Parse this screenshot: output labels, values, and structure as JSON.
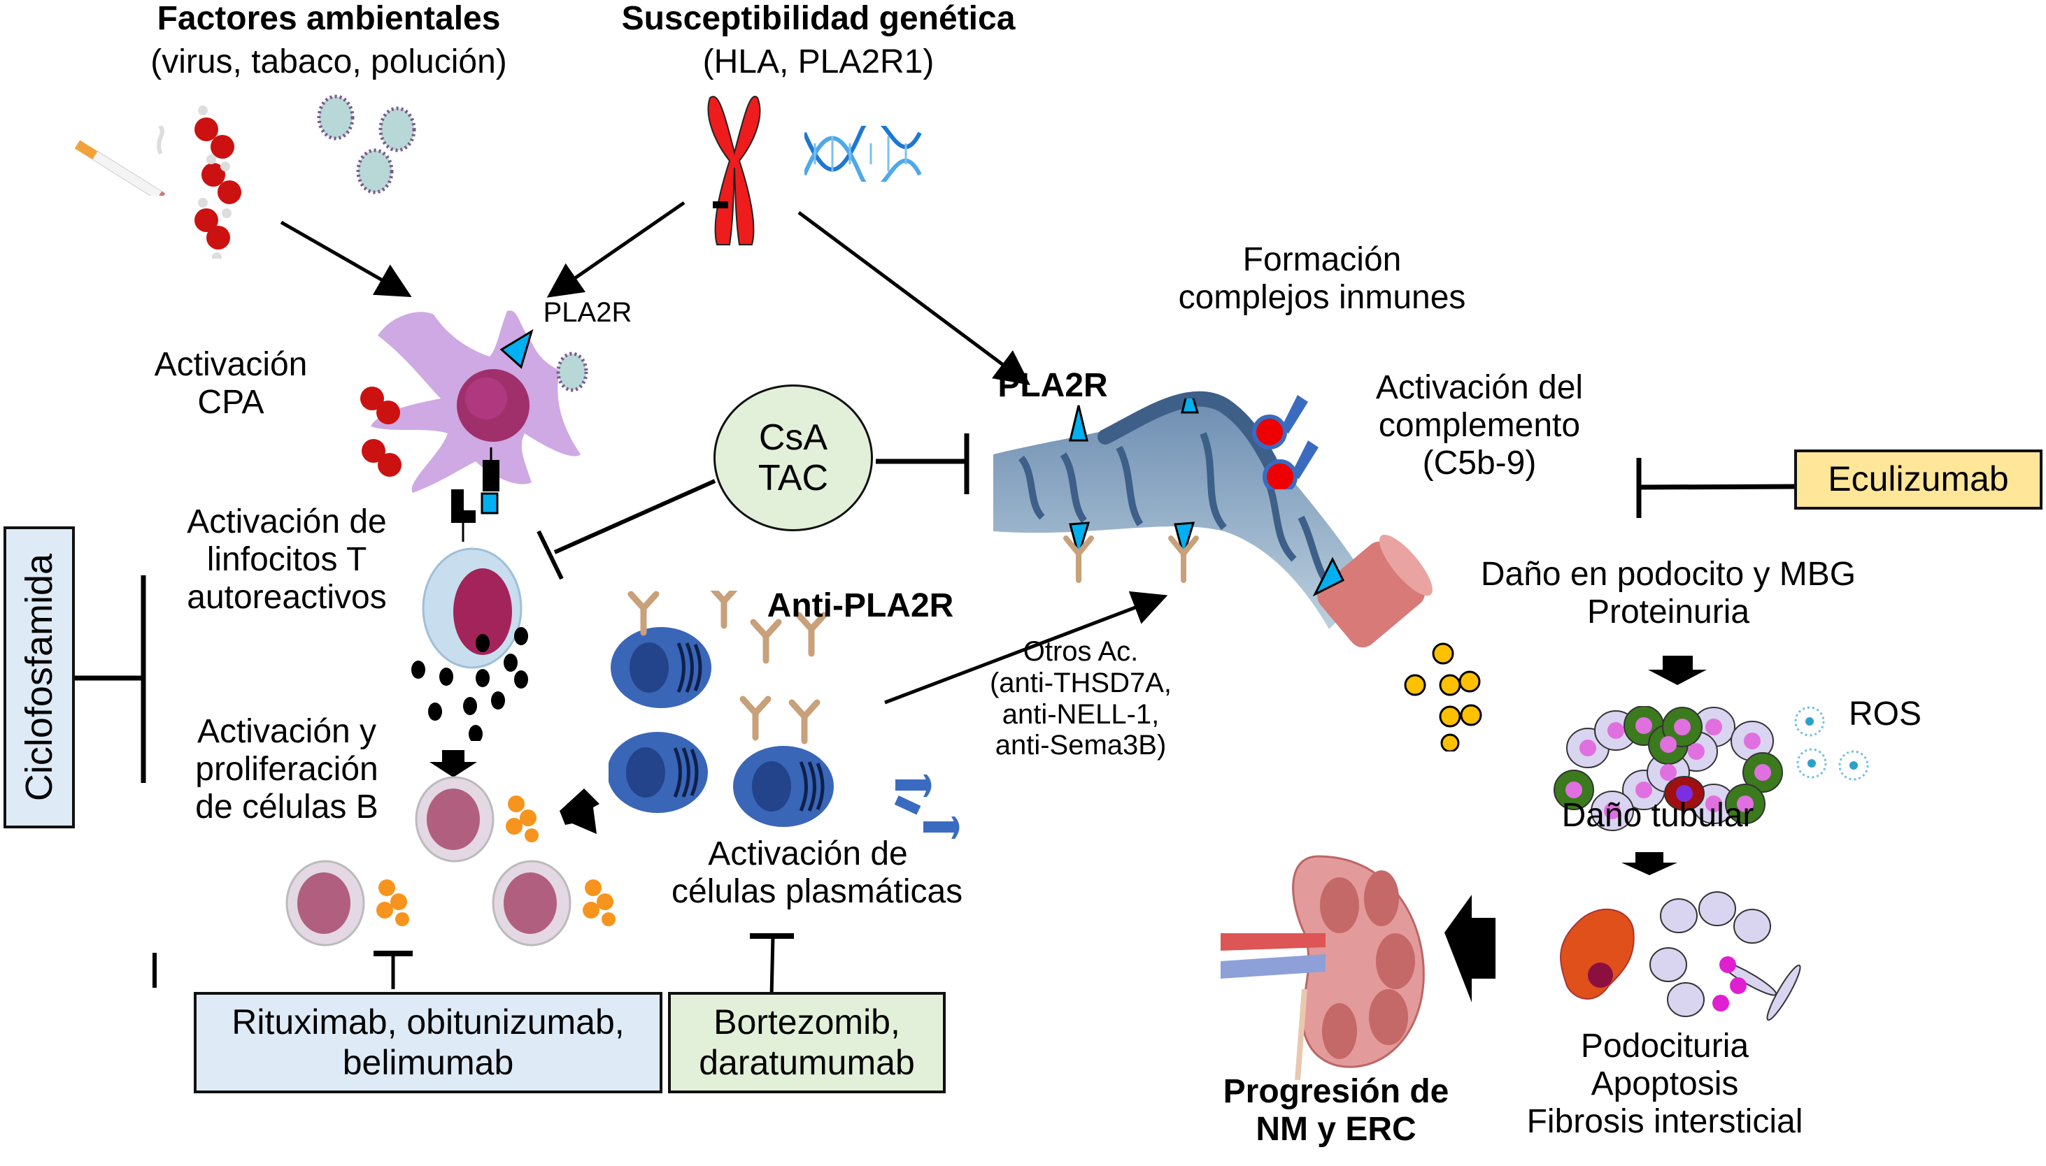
{
  "title": "Patogenia de la nefropatía membranosa (NM) asociada a PLA2R",
  "causes": {
    "environmental": {
      "title": "Factores ambientales",
      "subtitle": "(virus, tabaco, polución)"
    },
    "genetic": {
      "title": "Susceptibilidad genética",
      "subtitle": "(HLA, PLA2R1)"
    }
  },
  "cells": {
    "apc_antigen_label": "PLA2R",
    "apc_activation": "Activación\nCPA",
    "t_cell_activation": "Activación de\nlinfocitos T\nautoreactivos",
    "b_cell_activation": "Activación y\nproliferación\nde células B",
    "antibody_label": "Anti-PLA2R",
    "other_antibodies": "Otros Ac.\n(anti-THSD7A,\nanti-NELL-1,\nanti-Sema3B)",
    "plasma_cell_activation": "Activación de\ncélulas plasmáticas"
  },
  "podocyte": {
    "antigen_label": "PLA2R",
    "immune_complex": "Formación\ncomplejos inmunes",
    "complement": "Activación del\ncomplemento\n(C5b-9)",
    "damage": "Daño en podocito y MBG\nProteinuria",
    "ros": "ROS",
    "tubular_damage": "Daño tubular",
    "outcomes": "Podocituria\nApoptosis\nFibrosis intersticial",
    "progression": "Progresión de\nNM y ERC"
  },
  "treatments": {
    "cyclophosphamide": "Ciclofosfamida",
    "calcineurin": "CsA\nTAC",
    "eculizumab": "Eculizumab",
    "anti_b_cell": "Rituximab, obitunizumab,\nbelimumab",
    "anti_plasma": "Bortezomib,\ndaratumumab"
  },
  "colors": {
    "blue_box": "#DEEBF7",
    "green_box": "#E2F0D9",
    "yellow_box": "#FFE699",
    "circle": "#E2F0D9",
    "antigen": "#00B0F0",
    "podocyte": "#5B7DA6",
    "plasma_cell": "#3A66B8",
    "chromosome": "#EE1C1C"
  }
}
